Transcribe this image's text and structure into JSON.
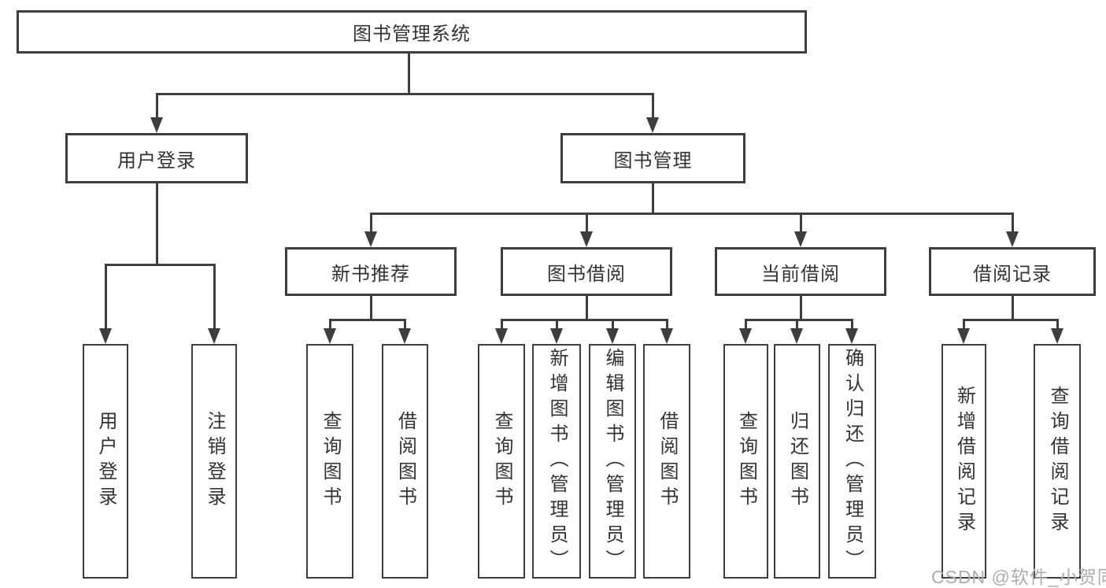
{
  "diagram": {
    "root": {
      "label": "图书管理系统"
    },
    "level2": [
      {
        "label": "用户登录"
      },
      {
        "label": "图书管理"
      }
    ],
    "level3": [
      {
        "label": "新书推荐"
      },
      {
        "label": "图书借阅"
      },
      {
        "label": "当前借阅"
      },
      {
        "label": "借阅记录"
      }
    ],
    "leaves": [
      {
        "label": "用户登录"
      },
      {
        "label": "注销登录"
      },
      {
        "label": "查询图书"
      },
      {
        "label": "借阅图书"
      },
      {
        "label": "查询图书"
      },
      {
        "label": "新增图书（管理员）"
      },
      {
        "label": "编辑图书（管理员）"
      },
      {
        "label": "借阅图书"
      },
      {
        "label": "查询图书"
      },
      {
        "label": "归还图书"
      },
      {
        "label": "确认归还（管理员）"
      },
      {
        "label": "新增借阅记录"
      },
      {
        "label": "查询借阅记录"
      }
    ]
  },
  "watermark": {
    "text": "CSDN @软件_小贺同学"
  },
  "colors": {
    "stroke": "#3e3e3e",
    "text": "#333333",
    "watermark": "#a9aeb3",
    "background": "#ffffff"
  }
}
